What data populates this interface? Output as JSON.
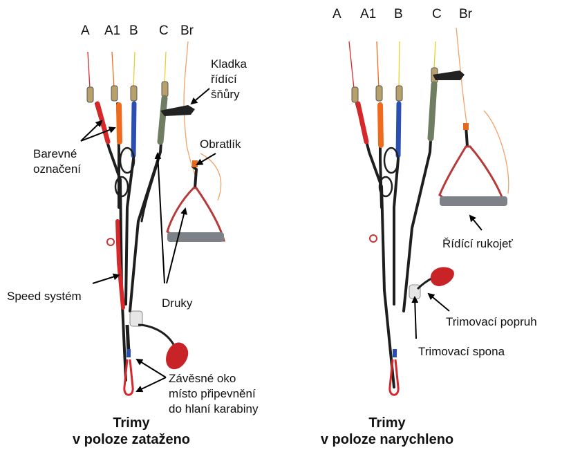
{
  "colors": {
    "red": "#d6282a",
    "orange": "#ef6a1c",
    "blue": "#2a4fb0",
    "yellow": "#e8cf2e",
    "green_grey": "#6f7d63",
    "brake_line": "#f2a26a",
    "webbing": "#1e1e1e",
    "handle_fill": "#7d8288",
    "handle_red": "#b63a3a",
    "arrow": "#000000"
  },
  "left_riser": {
    "columns": [
      "A",
      "A1",
      "B",
      "C",
      "Br"
    ],
    "labels": {
      "kladka": [
        "Kladka",
        "řídící",
        "šňůry"
      ],
      "barevne": [
        "Barevné",
        "označení"
      ],
      "obratlik": "Obratlík",
      "speed": "Speed systém",
      "druky": "Druky",
      "zavesne": [
        "Závěsné oko",
        "místo připevnění",
        "do hlaní karabiny"
      ]
    },
    "caption": [
      "Trimy",
      "v poloze zataženo"
    ]
  },
  "right_riser": {
    "columns": [
      "A",
      "A1",
      "B",
      "C",
      "Br"
    ],
    "labels": {
      "ridici": "Řídící rukojeť",
      "popruh": "Trimovací popruh",
      "spona": "Trimovací spona"
    },
    "caption": [
      "Trimy",
      "v poloze narychleno"
    ]
  }
}
